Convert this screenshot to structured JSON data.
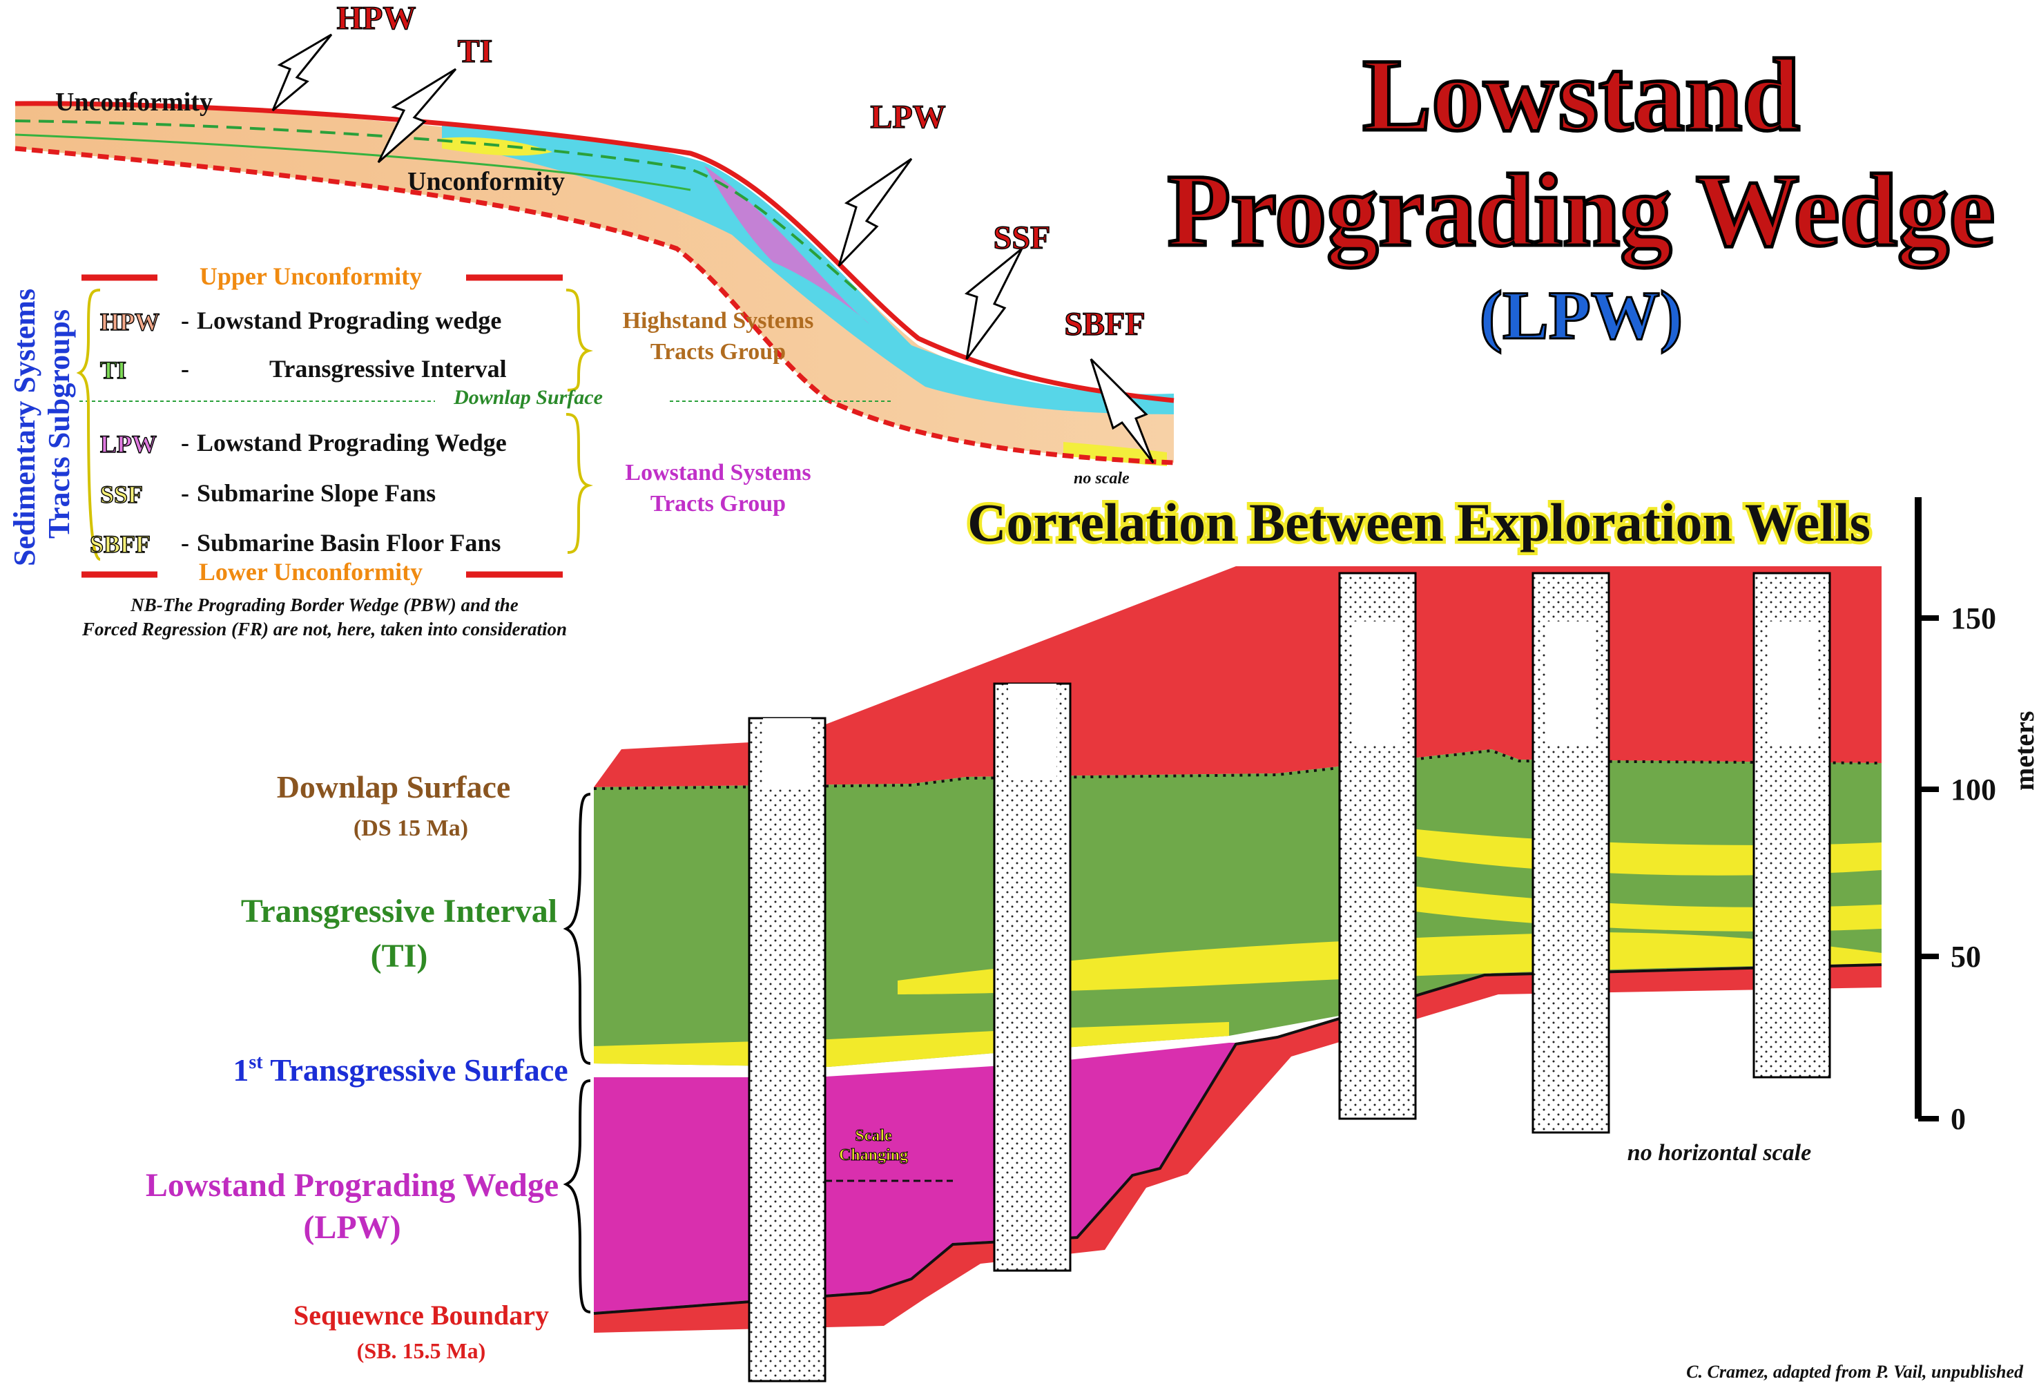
{
  "title": {
    "line1": "Lowstand",
    "line2": "Prograding Wedge",
    "abbr": "(LPW)"
  },
  "cross_section": {
    "markers": {
      "hpw": "HPW",
      "ti": "TI",
      "lpw": "LPW",
      "ssf": "SSF",
      "sbff": "SBFF"
    },
    "unconformity_upper": "Unconformity",
    "unconformity_lower": "Unconformity",
    "no_scale": "no scale"
  },
  "legend": {
    "side_title_line1": "Sedimentary Systems",
    "side_title_line2": "Tracts  Subgroups",
    "upper_unconformity": "Upper Unconformity",
    "lower_unconformity": "Lower Unconformity",
    "downlap_surface": "Downlap Surface",
    "items": [
      {
        "code": "HPW",
        "sep": "-",
        "label": "Lowstand Prograding wedge",
        "color": "#f4a98a"
      },
      {
        "code": "TI",
        "sep": "-",
        "label": "Transgressive Interval",
        "color": "#7ed957"
      },
      {
        "code": "LPW",
        "sep": "-",
        "label": "Lowstand Prograding Wedge",
        "color": "#e07be0"
      },
      {
        "code": "SSF",
        "sep": "-",
        "label": "Submarine Slope Fans",
        "color": "#f5f078"
      },
      {
        "code": "SBFF",
        "sep": "-",
        "label": "Submarine Basin Floor Fans",
        "color": "#f5f078"
      }
    ],
    "group_high_line1": "Highstand Systems",
    "group_high_line2": "Tracts Group",
    "group_low_line1": "Lowstand Systems",
    "group_low_line2": "Tracts Group",
    "note_line1": "NB-The Prograding Border Wedge (PBW) and the",
    "note_line2": "Forced Regression (FR) are not, here, taken into consideration"
  },
  "correlation": {
    "title": "Correlation Between Exploration Wells",
    "labels": {
      "downlap": "Downlap Surface",
      "downlap_age": "(DS  15 Ma)",
      "ti": "Transgressive Interval",
      "ti_abbr": "(TI)",
      "ts_sup": "st",
      "ts_pre": "1",
      "ts_rest": " Transgressive Surface",
      "lpw": "Lowstand Prograding Wedge",
      "lpw_abbr": "(LPW)",
      "sb": "Sequewnce Boundary",
      "sb_age": "(SB. 15.5 Ma)"
    },
    "scale_changing_1": "Scale",
    "scale_changing_2": "Changing",
    "no_horizontal_scale": "no horizontal scale",
    "axis_unit": "meters",
    "axis_ticks": [
      "150",
      "100",
      "50",
      "0"
    ],
    "credit": "C. Cramez, adapted from P. Vail, unpublished"
  },
  "colors": {
    "red_unit": "#e8373d",
    "green_unit": "#6fa94a",
    "yellow_unit": "#f2ea2a",
    "magenta_unit": "#d92fae",
    "title_red": "#c41414",
    "abbr_blue": "#1e63d6",
    "label_brown": "#8a5520",
    "label_green": "#2f8a24",
    "label_blue": "#1b2ed6",
    "label_magenta": "#c02cc0",
    "label_red": "#dd1f1f"
  }
}
